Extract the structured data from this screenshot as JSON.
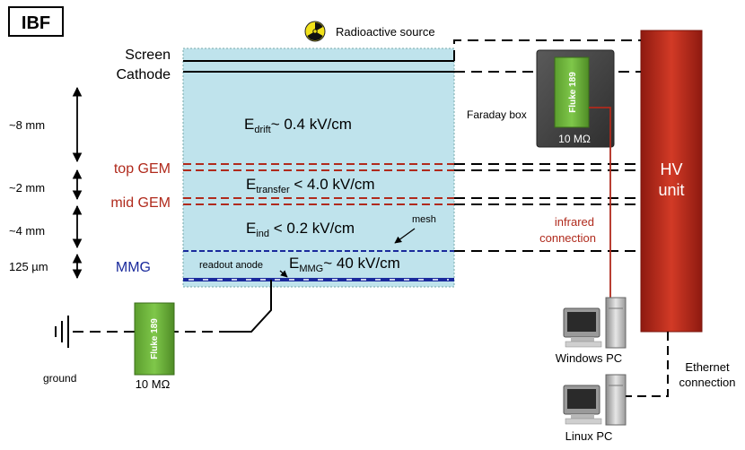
{
  "title_badge": "IBF",
  "source_label": "Radioactive source",
  "electrodes": {
    "screen": "Screen",
    "cathode": "Cathode",
    "top_gem": "top GEM",
    "mid_gem": "mid GEM",
    "mmg": "MMG",
    "mesh": "mesh",
    "readout_anode": "readout anode"
  },
  "gaps": {
    "drift": "~8 mm",
    "transfer": "~2 mm",
    "induction": "~4 mm",
    "amplification": "125 µm"
  },
  "fields": {
    "drift": {
      "prefix": "E",
      "sub": "drift",
      "value": "~ 0.4 kV/cm"
    },
    "transfer": {
      "prefix": "E",
      "sub": "transfer",
      "value": " < 4.0 kV/cm"
    },
    "induction": {
      "prefix": "E",
      "sub": "ind",
      "value": " < 0.2 kV/cm"
    },
    "mmg": {
      "prefix": "E",
      "sub": "MMG",
      "value": "~ 40 kV/cm"
    }
  },
  "equipment": {
    "faraday_box": "Faraday box",
    "meter_brand": "Fluke 189",
    "meter_top_resistance": "10 MΩ",
    "meter_bottom_resistance": "10 MΩ",
    "infrared_line1": "infrared",
    "infrared_line2": "connection",
    "hv_line1": "HV",
    "hv_line2": "unit",
    "windows_pc": "Windows PC",
    "linux_pc": "Linux PC",
    "ethernet_line1": "Ethernet",
    "ethernet_line2": "connection",
    "ground": "ground"
  },
  "colors": {
    "chamber_fill": "#bfe3ec",
    "gem_red": "#b02a1c",
    "mmg_blue": "#1a2a9c",
    "hv_red": "#c0281a",
    "meter_green": "#6cb33a",
    "faraday_gray": "#4b4b4b"
  }
}
